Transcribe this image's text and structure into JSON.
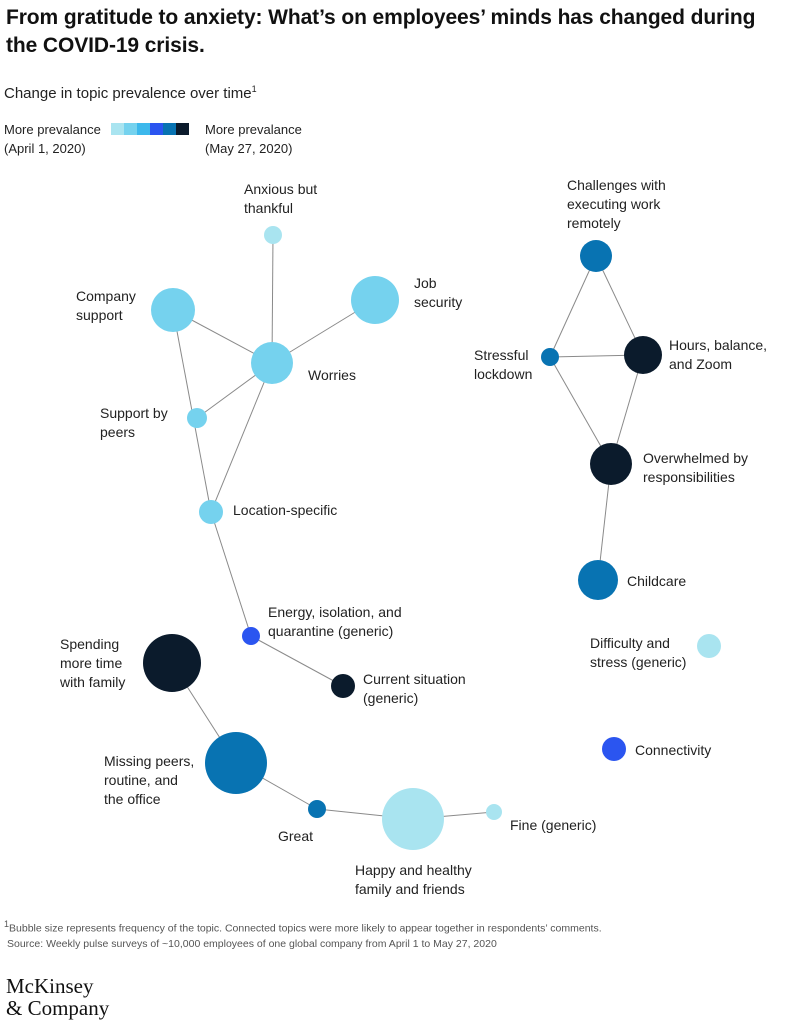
{
  "title": "From gratitude to anxiety: What’s on employees’ minds has changed during the COVID-19 crisis.",
  "subtitle": "Change in topic prevalence over time",
  "subtitle_note": "1",
  "legend": {
    "left_line1": "More prevalance",
    "left_line2": "(April 1, 2020)",
    "right_line1": "More prevalance",
    "right_line2": "(May 27, 2020)",
    "colors": [
      "#a9e4f0",
      "#75d2ee",
      "#3cb8ec",
      "#2b55f0",
      "#0873b2",
      "#0b1b2c"
    ]
  },
  "nodes": [
    {
      "id": "anxious",
      "label_lines": [
        "Anxious but",
        "thankful"
      ],
      "color": "#a9e4f0"
    },
    {
      "id": "company",
      "label_lines": [
        "Company",
        "support"
      ],
      "color": "#75d2ee"
    },
    {
      "id": "job",
      "label_lines": [
        "Job",
        "security"
      ],
      "color": "#75d2ee"
    },
    {
      "id": "worries",
      "label_lines": [
        "Worries"
      ],
      "color": "#75d2ee"
    },
    {
      "id": "peers",
      "label_lines": [
        "Support by",
        "peers"
      ],
      "color": "#75d2ee"
    },
    {
      "id": "location",
      "label_lines": [
        "Location-specific"
      ],
      "color": "#75d2ee"
    },
    {
      "id": "energy",
      "label_lines": [
        "Energy, isolation, and",
        "quarantine (generic)"
      ],
      "color": "#2b55f0"
    },
    {
      "id": "current",
      "label_lines": [
        "Current situation",
        "(generic)"
      ],
      "color": "#0b1b2c"
    },
    {
      "id": "spending",
      "label_lines": [
        "Spending",
        "more time",
        "with family"
      ],
      "color": "#0b1b2c"
    },
    {
      "id": "missing",
      "label_lines": [
        "Missing peers,",
        "routine, and",
        "the office"
      ],
      "color": "#0873b2"
    },
    {
      "id": "great",
      "label_lines": [
        "Great"
      ],
      "color": "#0873b2"
    },
    {
      "id": "happy",
      "label_lines": [
        "Happy and healthy",
        "family and friends"
      ],
      "color": "#a9e4f0"
    },
    {
      "id": "fine",
      "label_lines": [
        "Fine (generic)"
      ],
      "color": "#a9e4f0"
    },
    {
      "id": "challenges",
      "label_lines": [
        "Challenges with",
        "executing work",
        "remotely"
      ],
      "color": "#0873b2"
    },
    {
      "id": "stressful",
      "label_lines": [
        "Stressful",
        "lockdown"
      ],
      "color": "#0873b2"
    },
    {
      "id": "hours",
      "label_lines": [
        "Hours, balance,",
        "and Zoom"
      ],
      "color": "#0b1b2c"
    },
    {
      "id": "overwhelmed",
      "label_lines": [
        "Overwhelmed by",
        "responsibilities"
      ],
      "color": "#0b1b2c"
    },
    {
      "id": "childcare",
      "label_lines": [
        "Childcare"
      ],
      "color": "#0873b2"
    },
    {
      "id": "difficulty",
      "label_lines": [
        "Difficulty and",
        "stress (generic)"
      ],
      "color": "#a9e4f0"
    },
    {
      "id": "connectivity",
      "label_lines": [
        "Connectivity"
      ],
      "color": "#2b55f0"
    }
  ],
  "edges": [
    [
      "anxious",
      "worries"
    ],
    [
      "company",
      "worries"
    ],
    [
      "job",
      "worries"
    ],
    [
      "company",
      "location"
    ],
    [
      "peers",
      "worries"
    ],
    [
      "worries",
      "location"
    ],
    [
      "location",
      "energy"
    ],
    [
      "energy",
      "current"
    ],
    [
      "spending",
      "missing"
    ],
    [
      "missing",
      "great"
    ],
    [
      "great",
      "happy"
    ],
    [
      "happy",
      "fine"
    ],
    [
      "challenges",
      "stressful"
    ],
    [
      "challenges",
      "hours"
    ],
    [
      "stressful",
      "hours"
    ],
    [
      "stressful",
      "overwhelmed"
    ],
    [
      "hours",
      "overwhelmed"
    ],
    [
      "overwhelmed",
      "childcare"
    ]
  ],
  "footnote_line1": "Bubble size represents frequency of the topic. Connected topics were more likely to appear together in respondents’ comments.",
  "footnote_note": "1",
  "footnote_line2": "Source: Weekly pulse surveys of ~10,000 employees of one global company from April 1 to May 27, 2020",
  "logo_line1": "McKinsey",
  "logo_line2": "& Company"
}
